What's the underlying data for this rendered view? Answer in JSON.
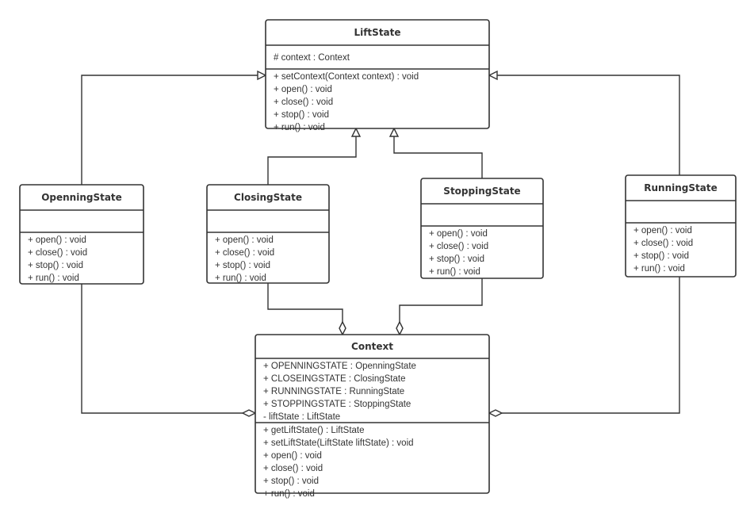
{
  "classes": {
    "lift_state": {
      "name": "LiftState",
      "attributes": [
        "# context : Context"
      ],
      "methods": [
        "+ setContext(Context context) : void",
        "+ open() : void",
        "+ close() : void",
        "+ stop() : void",
        "+ run() : void"
      ]
    },
    "openning_state": {
      "name": "OpenningState",
      "attributes": [],
      "methods": [
        "+ open() : void",
        "+ close() : void",
        "+ stop() : void",
        "+ run() : void"
      ]
    },
    "closing_state": {
      "name": "ClosingState",
      "attributes": [],
      "methods": [
        "+ open() : void",
        "+ close() : void",
        "+ stop() : void",
        "+ run() : void"
      ]
    },
    "stopping_state": {
      "name": "StoppingState",
      "attributes": [],
      "methods": [
        "+ open() : void",
        "+ close() : void",
        "+ stop() : void",
        "+ run() : void"
      ]
    },
    "running_state": {
      "name": "RunningState",
      "attributes": [],
      "methods": [
        "+ open() : void",
        "+ close() : void",
        "+ stop() : void",
        "+ run() : void"
      ]
    },
    "context": {
      "name": "Context",
      "attributes": [
        "+ OPENNINGSTATE : OpenningState",
        "+ CLOSEINGSTATE : ClosingState",
        "+ RUNNINGSTATE : RunningState",
        "+ STOPPINGSTATE : StoppingState",
        "- liftState : LiftState"
      ],
      "methods": [
        "+ getLiftState() : LiftState",
        "+ setLiftState(LiftState liftState) : void",
        "+ open() : void",
        "+ close() : void",
        "+ stop() : void",
        "+ run() : void"
      ]
    }
  },
  "relations": [
    {
      "from": "OpenningState",
      "to": "LiftState",
      "type": "generalization"
    },
    {
      "from": "ClosingState",
      "to": "LiftState",
      "type": "generalization"
    },
    {
      "from": "StoppingState",
      "to": "LiftState",
      "type": "generalization"
    },
    {
      "from": "RunningState",
      "to": "LiftState",
      "type": "generalization"
    },
    {
      "from": "OpenningState",
      "to": "Context",
      "type": "aggregation"
    },
    {
      "from": "ClosingState",
      "to": "Context",
      "type": "aggregation"
    },
    {
      "from": "StoppingState",
      "to": "Context",
      "type": "aggregation"
    },
    {
      "from": "RunningState",
      "to": "Context",
      "type": "aggregation"
    }
  ]
}
